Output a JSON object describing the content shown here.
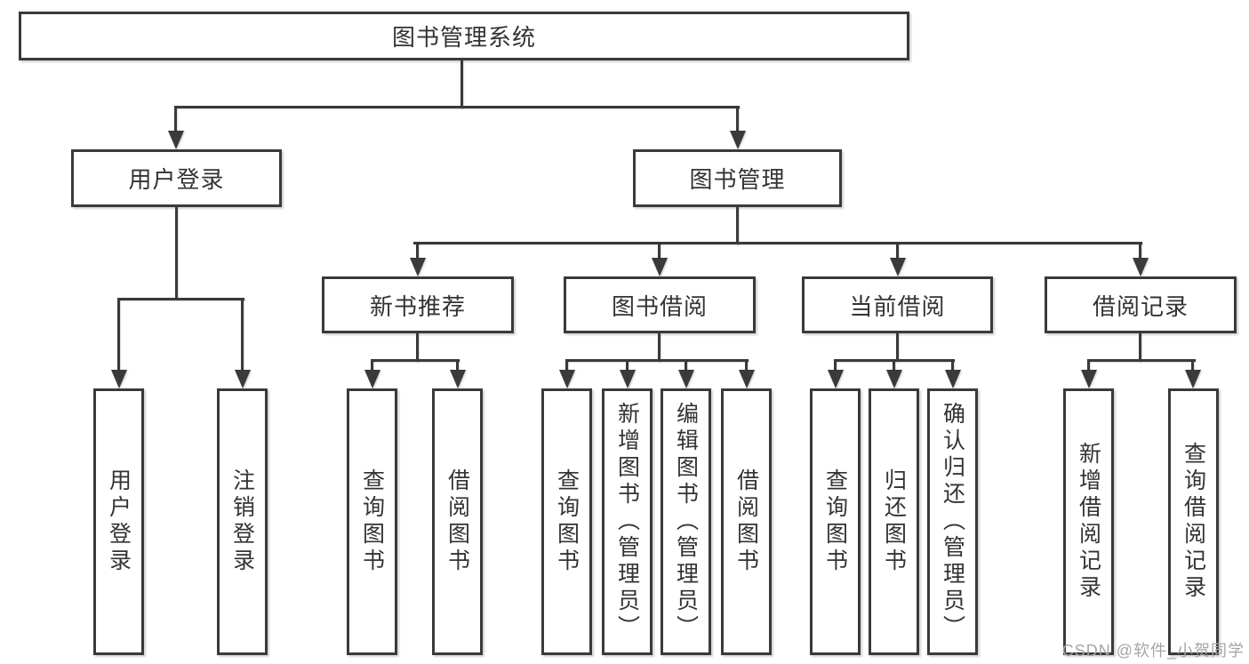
{
  "diagram": {
    "title": "图书管理系统",
    "nodes": {
      "root": {
        "label": "图书管理系统"
      },
      "user_login": {
        "label": "用户登录"
      },
      "book_mgmt": {
        "label": "图书管理"
      },
      "new_book_rec": {
        "label": "新书推荐"
      },
      "book_borrow": {
        "label": "图书借阅"
      },
      "current_borrow": {
        "label": "当前借阅"
      },
      "borrow_records": {
        "label": "借阅记录"
      },
      "leaf_user_login": {
        "label": "用户登录"
      },
      "leaf_logout": {
        "label": "注销登录"
      },
      "leaf_query_book_1": {
        "label": "查询图书"
      },
      "leaf_borrow_book_1": {
        "label": "借阅图书"
      },
      "leaf_query_book_2": {
        "label": "查询图书"
      },
      "leaf_add_book": {
        "label": "新增图书（管理员）"
      },
      "leaf_edit_book": {
        "label": "编辑图书（管理员）"
      },
      "leaf_borrow_book_2": {
        "label": "借阅图书"
      },
      "leaf_query_book_3": {
        "label": "查询图书"
      },
      "leaf_return_book": {
        "label": "归还图书"
      },
      "leaf_confirm_return": {
        "label": "确认归还（管理员）"
      },
      "leaf_add_borrow_record": {
        "label": "新增借阅记录"
      },
      "leaf_query_borrow_record": {
        "label": "查询借阅记录"
      }
    },
    "colors": {
      "line": "#3a3a3a",
      "text": "#333333",
      "watermark": "#a6a6a6",
      "background": "#ffffff"
    }
  },
  "watermark": {
    "text": "CSDN @软件_小贺同学"
  }
}
